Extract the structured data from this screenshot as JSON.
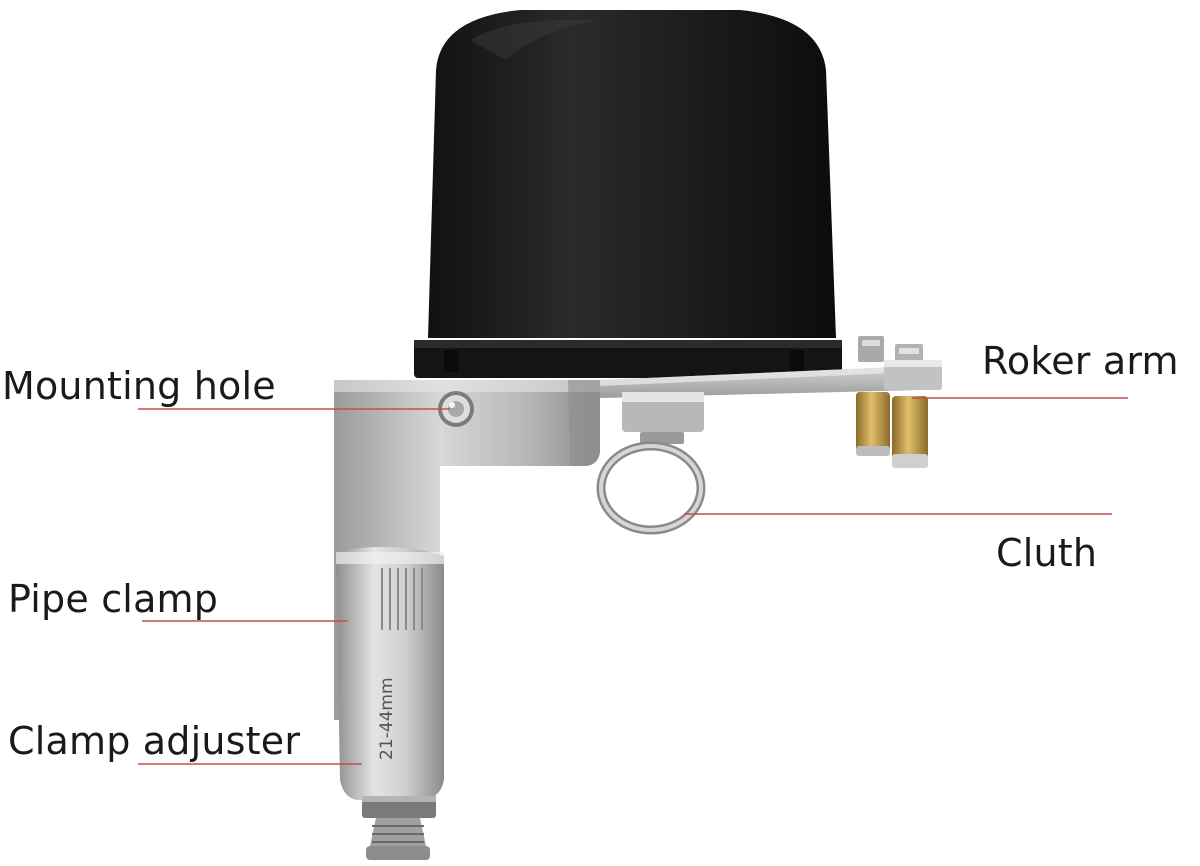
{
  "diagram": {
    "labels": {
      "mounting_hole": "Mounting hole",
      "pipe_clamp": "Pipe clamp",
      "clamp_adjuster": "Clamp adjuster",
      "roker_arm": "Roker arm",
      "cluth": "Cluth"
    },
    "clamp_size_marking": "21-44mm",
    "colors": {
      "leader_line": "#c0504d",
      "label_text": "#1a1a1a",
      "housing": "#1c1c1c",
      "metal": "#c8c8c8",
      "brass": "#c9a34e"
    }
  }
}
